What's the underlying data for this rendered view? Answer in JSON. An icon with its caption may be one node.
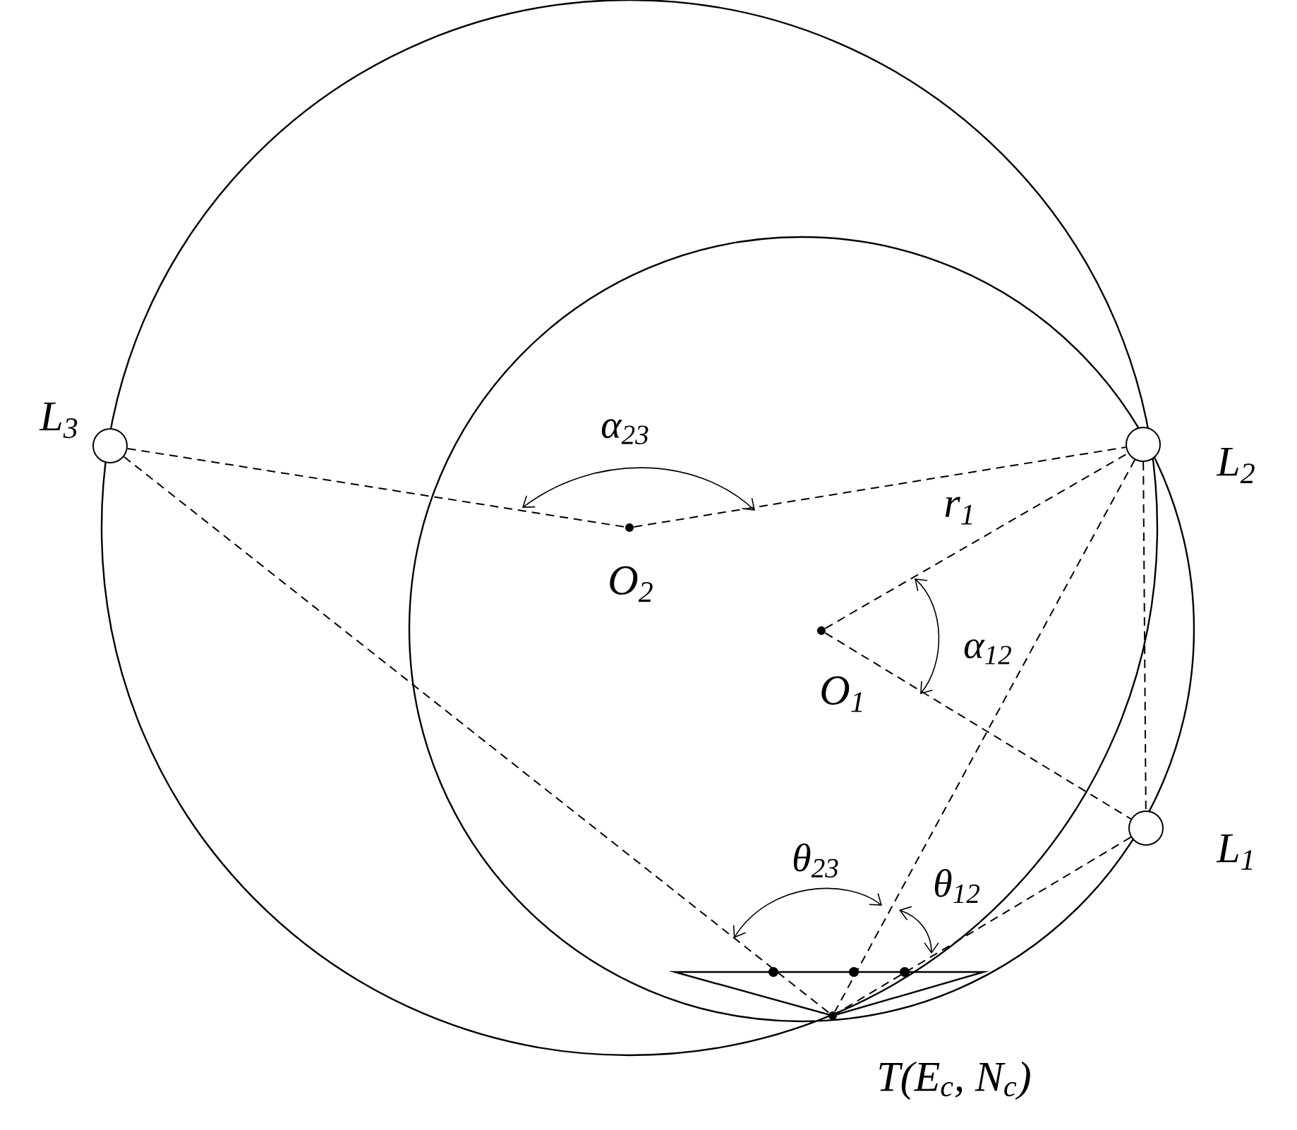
{
  "diagram": {
    "nodes": [
      {
        "text": [],
        "shape": "circle",
        "beside": [
          "L$_{3}$"
        ]
      },
      {
        "text": [],
        "shape": "circle",
        "beside": [
          "L$_{2}$"
        ]
      },
      {
        "text": [],
        "shape": "circle",
        "beside": [
          "L$_{1}$"
        ]
      },
      {
        "text": [],
        "shape": "dot",
        "beside": [
          "O$_{2}$"
        ]
      },
      {
        "text": [],
        "shape": "dot",
        "beside": [
          "O$_{1}$"
        ]
      },
      {
        "text": [],
        "shape": "dot",
        "beside": [
          "T(E$_{c}$, N$_{c}$)"
        ]
      }
    ],
    "edges": [
      {
        "from": 0,
        "to": 3,
        "arrow": "none",
        "style": "dashed"
      },
      {
        "from": 3,
        "to": 1,
        "arrow": "none",
        "style": "dashed"
      },
      {
        "from": 4,
        "to": 1,
        "arrow": "none",
        "style": "dashed",
        "label": "r$_{1}$"
      },
      {
        "from": 4,
        "to": 2,
        "arrow": "none",
        "style": "dashed"
      },
      {
        "from": 0,
        "to": 5,
        "arrow": "none",
        "style": "dashed"
      },
      {
        "from": 1,
        "to": 5,
        "arrow": "none",
        "style": "dashed"
      },
      {
        "from": 2,
        "to": 5,
        "arrow": "none",
        "style": "dashed"
      },
      {
        "from": 1,
        "to": 2,
        "arrow": "none",
        "style": "dashed"
      }
    ],
    "labels": [
      "α$_{23}$",
      "α$_{12}$",
      "θ$_{23}$",
      "θ$_{12}$"
    ]
  }
}
